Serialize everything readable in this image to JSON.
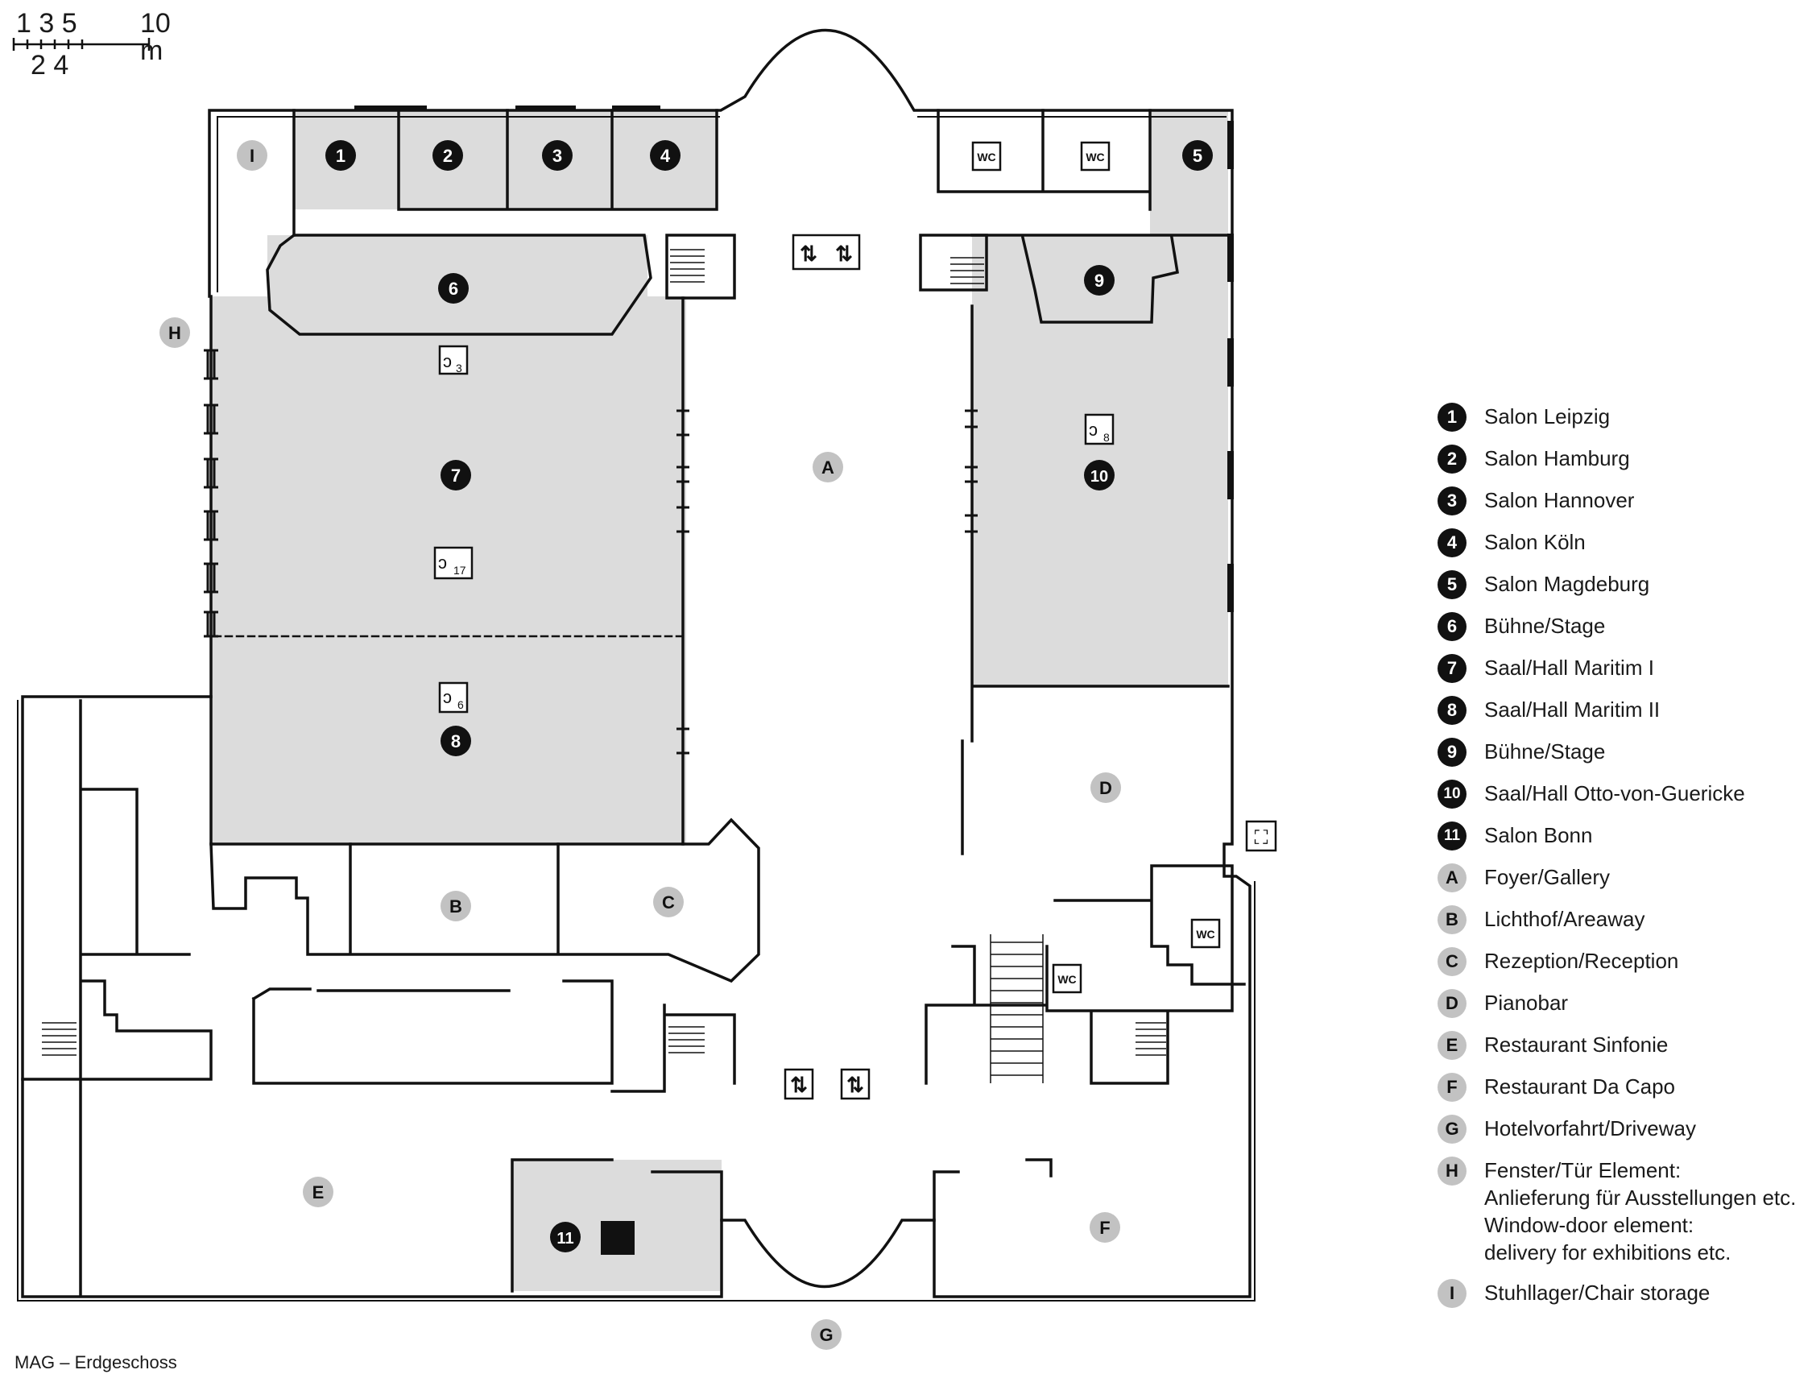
{
  "scale": {
    "top": "1 3 5",
    "unit": "10 m",
    "bottom": "2 4"
  },
  "caption": "MAG – Erdgeschoss",
  "legend": [
    {
      "key": "1",
      "label": "Salon Leipzig",
      "style": "dark"
    },
    {
      "key": "2",
      "label": "Salon Hamburg",
      "style": "dark"
    },
    {
      "key": "3",
      "label": "Salon Hannover",
      "style": "dark"
    },
    {
      "key": "4",
      "label": "Salon Köln",
      "style": "dark"
    },
    {
      "key": "5",
      "label": "Salon Magdeburg",
      "style": "dark"
    },
    {
      "key": "6",
      "label": "Bühne/Stage",
      "style": "dark"
    },
    {
      "key": "7",
      "label": "Saal/Hall Maritim I",
      "style": "dark"
    },
    {
      "key": "8",
      "label": "Saal/Hall Maritim II",
      "style": "dark"
    },
    {
      "key": "9",
      "label": "Bühne/Stage",
      "style": "dark"
    },
    {
      "key": "10",
      "label": "Saal/Hall Otto-von-Guericke",
      "style": "dark"
    },
    {
      "key": "11",
      "label": "Salon Bonn",
      "style": "dark"
    },
    {
      "key": "A",
      "label": "Foyer/Gallery",
      "style": "light"
    },
    {
      "key": "B",
      "label": "Lichthof/Areaway",
      "style": "light"
    },
    {
      "key": "C",
      "label": "Rezeption/Reception",
      "style": "light"
    },
    {
      "key": "D",
      "label": "Pianobar",
      "style": "light"
    },
    {
      "key": "E",
      "label": "Restaurant Sinfonie",
      "style": "light"
    },
    {
      "key": "F",
      "label": "Restaurant Da Capo",
      "style": "light"
    },
    {
      "key": "G",
      "label": "Hotelvorfahrt/Driveway",
      "style": "light"
    },
    {
      "key": "H",
      "label": "Fenster/Tür Element:\nAnlieferung für Ausstellungen etc.\nWindow-door element:\ndelivery for exhibitions etc.",
      "style": "light"
    },
    {
      "key": "I",
      "label": "Stuhllager/Chair storage",
      "style": "light"
    }
  ],
  "markers": {
    "m1": "1",
    "m2": "2",
    "m3": "3",
    "m4": "4",
    "m5": "5",
    "m6": "6",
    "m7": "7",
    "m8": "8",
    "m9": "9",
    "m10": "10",
    "m11": "11",
    "mA": "A",
    "mB": "B",
    "mC": "C",
    "mD": "D",
    "mE": "E",
    "mF": "F",
    "mG": "G",
    "mH": "H",
    "mI": "I"
  },
  "wc_label": "WC",
  "rigging": {
    "hall1": "17",
    "hall2": "6",
    "stage": "3",
    "otto": "8"
  },
  "colors": {
    "room_fill": "#dcdcdc",
    "dark_marker": "#111111",
    "light_marker": "#c2c2c2"
  }
}
